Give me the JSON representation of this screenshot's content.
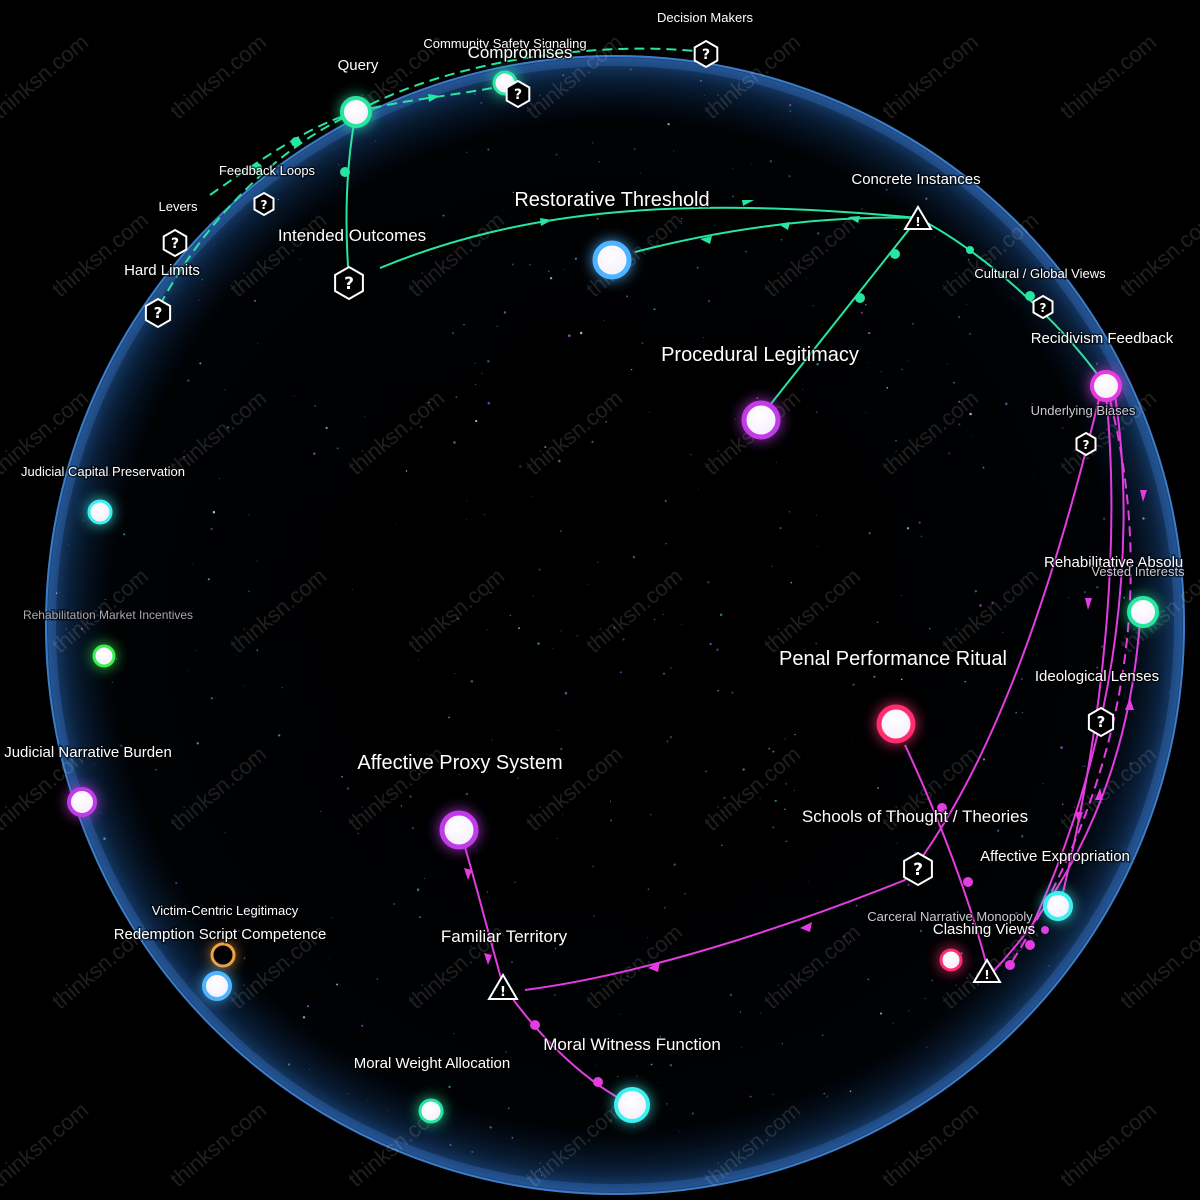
{
  "watermark": "thinksn.com",
  "colors": {
    "green": "#27e6a0",
    "magenta": "#e43ce0",
    "blue": "#4fb4ff",
    "cyan": "#3df0f0",
    "purple": "#c23be8",
    "red": "#ff2d6e",
    "lime": "#39f04e",
    "orange": "#f0a040",
    "sphere_edge": "#5aa8ff"
  },
  "labels": {
    "decision_makers": "Decision Makers",
    "community_safety_signaling": "Community Safety Signaling",
    "compromises": "Compromises",
    "query": "Query",
    "feedback_loops": "Feedback Loops",
    "levers": "Levers",
    "hard_limits": "Hard Limits",
    "intended_outcomes": "Intended Outcomes",
    "restorative_threshold": "Restorative Threshold",
    "concrete_instances": "Concrete Instances",
    "cultural_global_views": "Cultural / Global Views",
    "recidivism_feedback": "Recidivism Feedback",
    "underlying_biases": "Underlying Biases",
    "procedural_legitimacy": "Procedural Legitimacy",
    "judicial_capital_preservation": "Judicial Capital Preservation",
    "rehabilitation_market_incentives": "Rehabilitation Market Incentives",
    "judicial_narrative_burden": "Judicial Narrative Burden",
    "rehabilitative_absolu": "Rehabilitative Absolu",
    "vested_interests": "Vested Interests",
    "penal_performance_ritual": "Penal Performance Ritual",
    "ideological_lenses": "Ideological Lenses",
    "affective_proxy_system": "Affective Proxy System",
    "schools_of_thought": "Schools of Thought / Theories",
    "affective_expropriation": "Affective Expropriation",
    "carceral_narrative_monopoly": "Carceral Narrative Monopoly",
    "clashing_views": "Clashing Views",
    "victim_centric_legitimacy": "Victim-Centric Legitimacy",
    "redemption_script_competence": "Redemption Script Competence",
    "familiar_territory": "Familiar Territory",
    "moral_witness_function": "Moral Witness Function",
    "moral_weight_allocation": "Moral Weight Allocation"
  },
  "icons": {
    "question": "question-hexagon-icon",
    "warning": "warning-triangle-icon"
  }
}
